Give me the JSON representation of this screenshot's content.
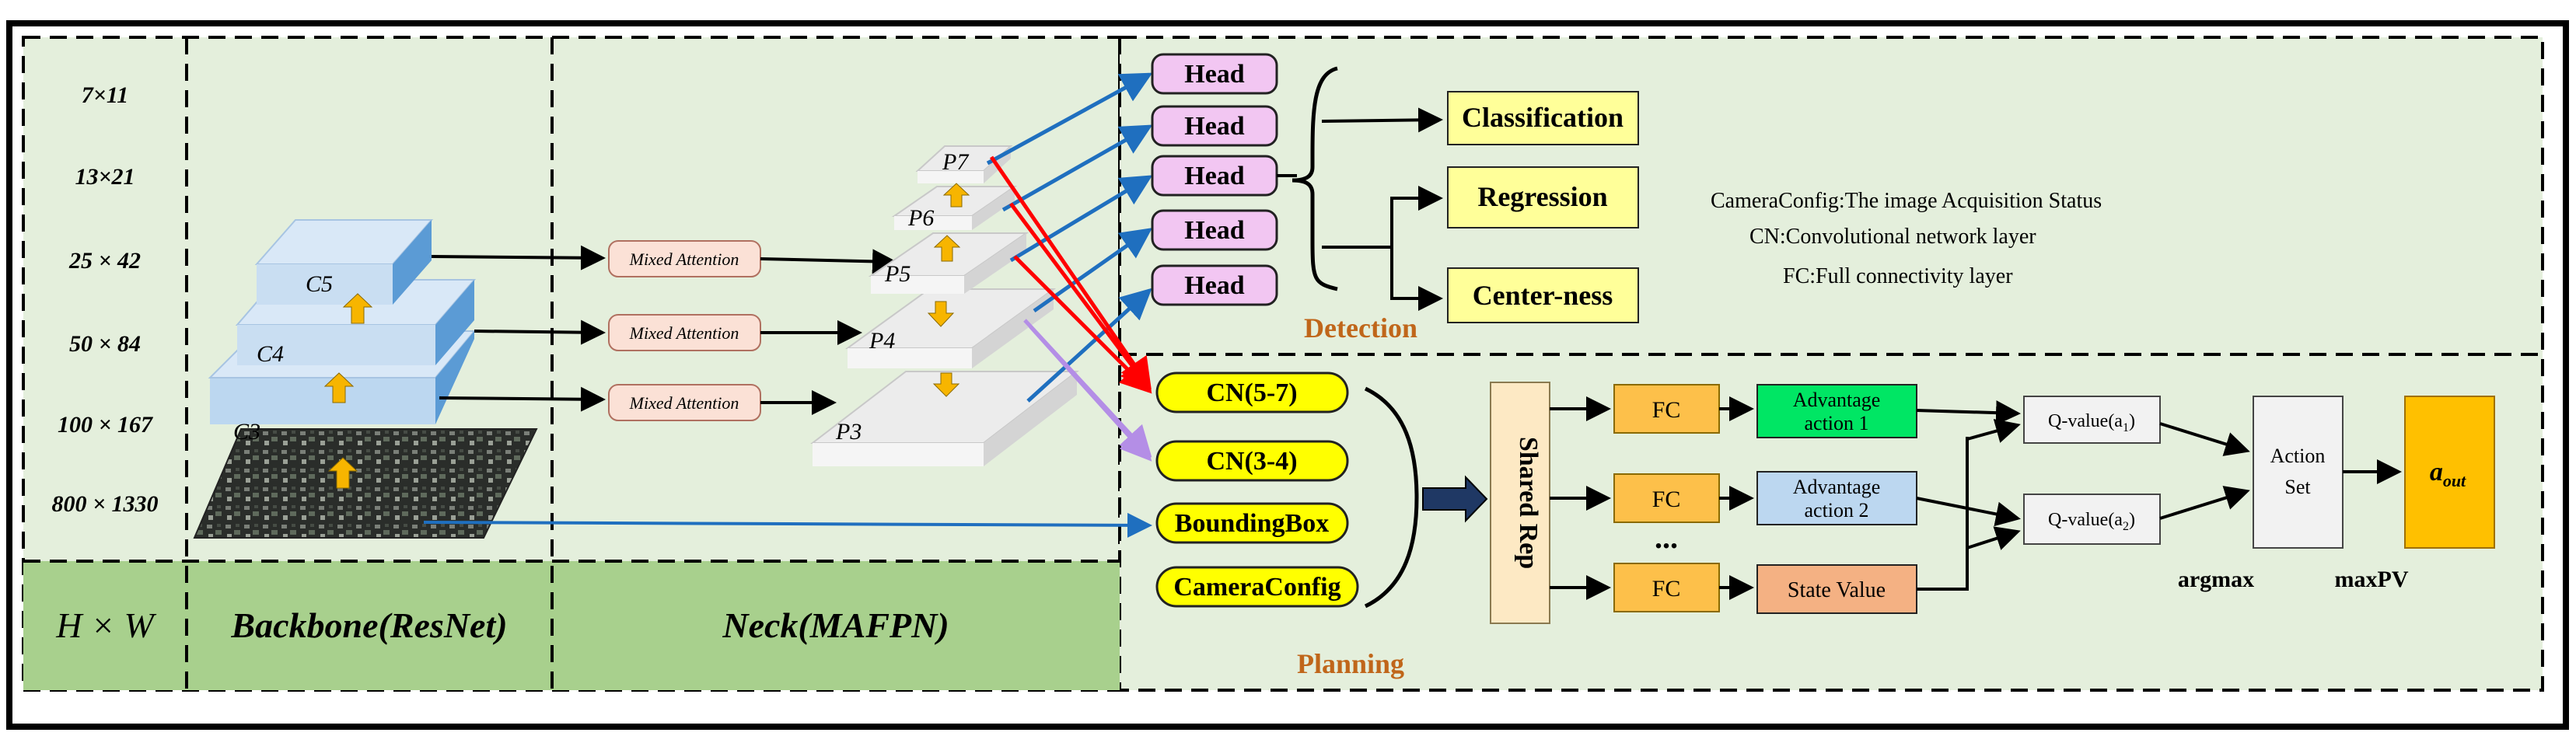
{
  "resolutions": [
    "7×11",
    "13×21",
    "25 × 42",
    "50 × 84",
    "100 × 167",
    "800 × 1330"
  ],
  "bottom_labels": {
    "hw": "H × W",
    "backbone": "Backbone(ResNet)",
    "neck": "Neck(MAFPN)"
  },
  "backbone": {
    "c5": "C5",
    "c4": "C4",
    "c3": "C3"
  },
  "neck": {
    "attention": [
      "Mixed Attention",
      "Mixed Attention",
      "Mixed Attention"
    ],
    "pyramid": [
      "P7",
      "P6",
      "P5",
      "P4",
      "P3"
    ]
  },
  "detection": {
    "heads": [
      "Head",
      "Head",
      "Head",
      "Head",
      "Head"
    ],
    "outputs": [
      "Classification",
      "Regression",
      "Center-ness"
    ],
    "section_label": "Detection",
    "legend": [
      "CameraConfig:The image Acquisition Status",
      "CN:Convolutional network layer",
      "FC:Full connectivity layer"
    ]
  },
  "planning": {
    "inputs": [
      "CN(5-7)",
      "CN(3-4)",
      "BoundingBox",
      "CameraConfig"
    ],
    "shared_rep": "Shared Rep",
    "fc": [
      "FC",
      "FC",
      "FC"
    ],
    "ellipsis": "...",
    "advantage1": [
      "Advantage",
      "action 1"
    ],
    "advantage2": [
      "Advantage",
      "action 2"
    ],
    "state_value": "State Value",
    "q1": [
      "Q-value(a",
      "1",
      ")"
    ],
    "q2": [
      "Q-value(a",
      "2",
      ")"
    ],
    "action_set": [
      "Action",
      "Set"
    ],
    "aout": [
      "a",
      "out"
    ],
    "argmax": "argmax",
    "maxpv": "maxPV",
    "section_label": "Planning"
  },
  "colors": {
    "panel_bg": "#e4efdc",
    "bottom_bar": "#a8d08d",
    "head_fill": "#f2c6f2",
    "output_fill": "#ffff99",
    "planning_input_fill": "#ffff00",
    "attention_fill": "#fbe1d6",
    "blue_arrow": "#1f6fbf",
    "red_arrow": "#ff0000",
    "purple_arrow": "#b48ee6",
    "orange_label": "#c0661a",
    "fc_fill": "#fdc04a",
    "adv1_fill": "#00e664",
    "adv2_fill": "#bcd7f0",
    "state_fill": "#f4b183",
    "aout_fill": "#ffc000",
    "shared_fill": "#fde9c4"
  }
}
